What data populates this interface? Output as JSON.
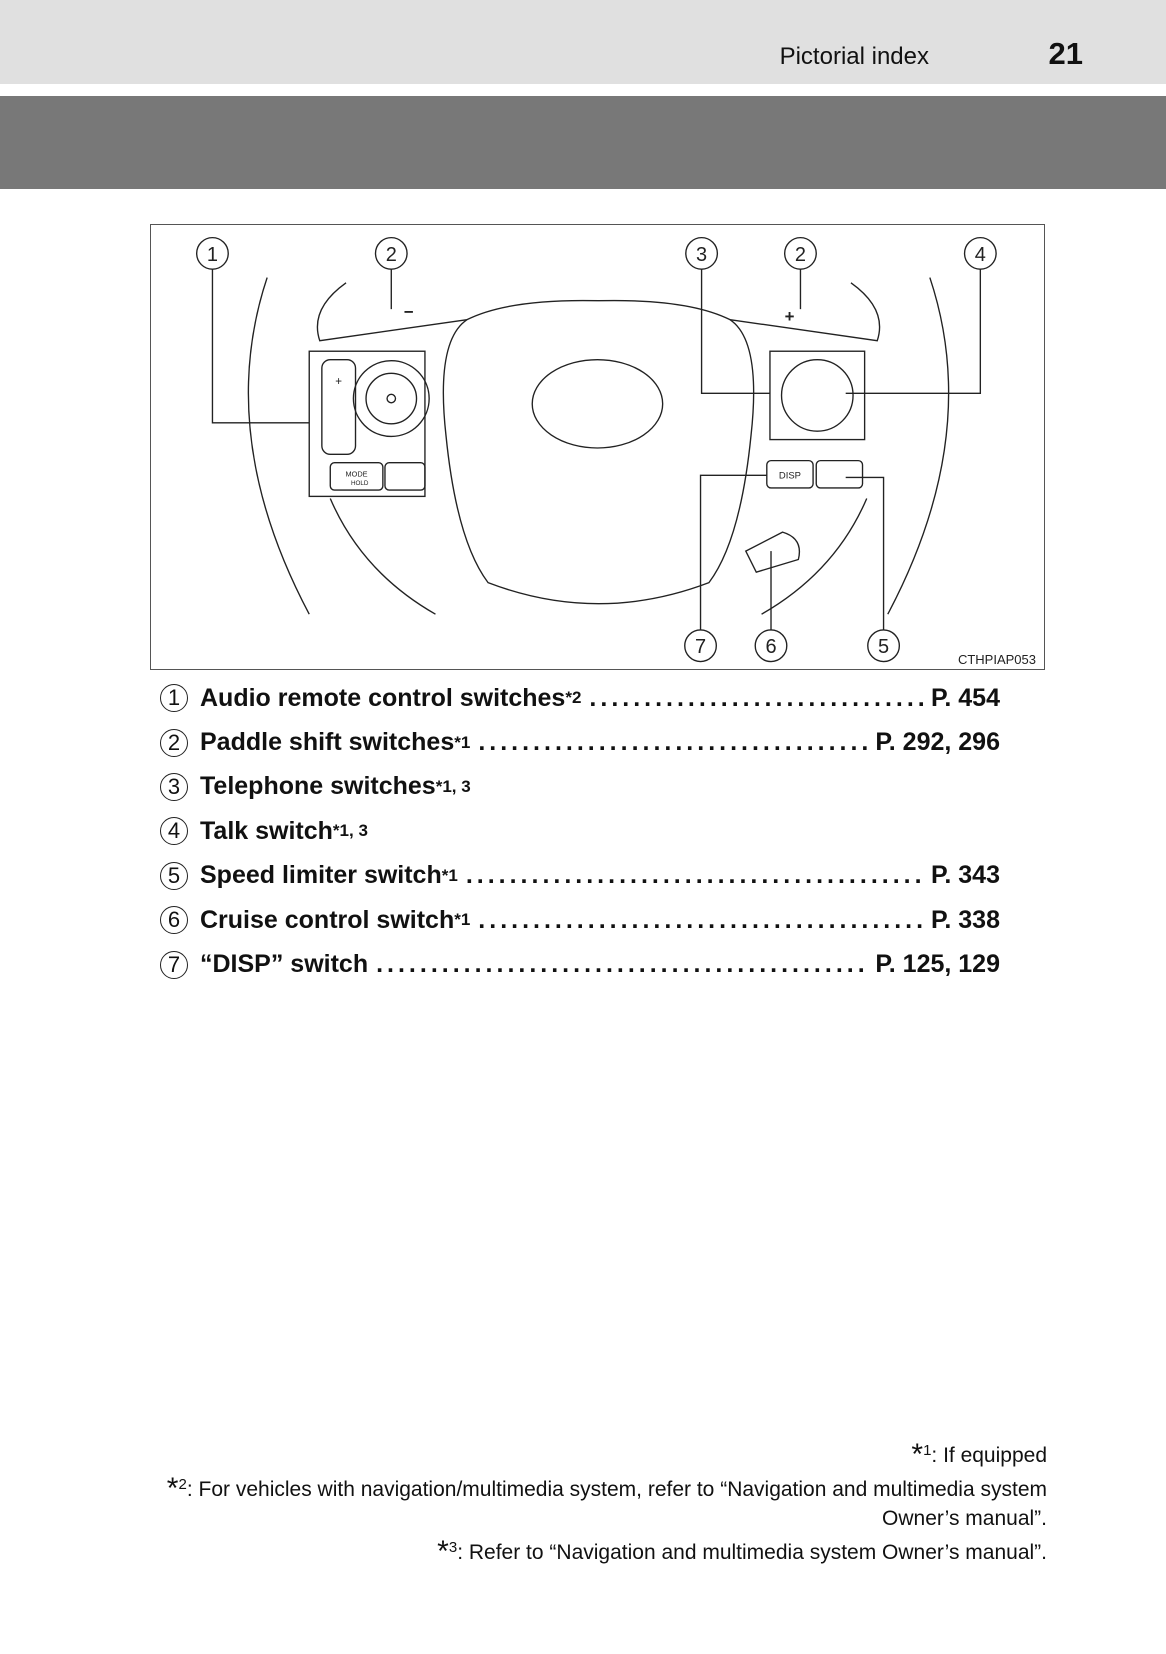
{
  "header": {
    "section_title": "Pictorial index",
    "page_number": "21"
  },
  "figure": {
    "code": "CTHPIAP053",
    "callouts": [
      "1",
      "2",
      "3",
      "2",
      "4",
      "7",
      "6",
      "5"
    ],
    "button_labels": {
      "mode": "MODE",
      "hold": "HOLD",
      "disp": "DISP",
      "minus": "−",
      "plus": "+"
    }
  },
  "items": [
    {
      "num": "1",
      "label": "Audio remote control switches",
      "sup": "*2",
      "page": "P. 454"
    },
    {
      "num": "2",
      "label": "Paddle shift switches",
      "sup": "*1",
      "page": "P. 292, 296"
    },
    {
      "num": "3",
      "label": "Telephone switches",
      "sup": "*1, 3",
      "page": ""
    },
    {
      "num": "4",
      "label": "Talk switch",
      "sup": "*1, 3",
      "page": ""
    },
    {
      "num": "5",
      "label": "Speed limiter switch",
      "sup": "*1",
      "page": "P. 343"
    },
    {
      "num": "6",
      "label": "Cruise control switch",
      "sup": "*1",
      "page": "P. 338"
    },
    {
      "num": "7",
      "label": "“DISP” switch",
      "sup": "",
      "page": "P. 125, 129"
    }
  ],
  "footnotes": [
    {
      "mark": "*",
      "num": "1",
      "text": ": If equipped"
    },
    {
      "mark": "*",
      "num": "2",
      "text": ": For vehicles with navigation/multimedia system, refer to “Navigation and multimedia system Owner’s manual”."
    },
    {
      "mark": "*",
      "num": "3",
      "text": ": Refer to “Navigation and multimedia system Owner’s manual”."
    }
  ]
}
